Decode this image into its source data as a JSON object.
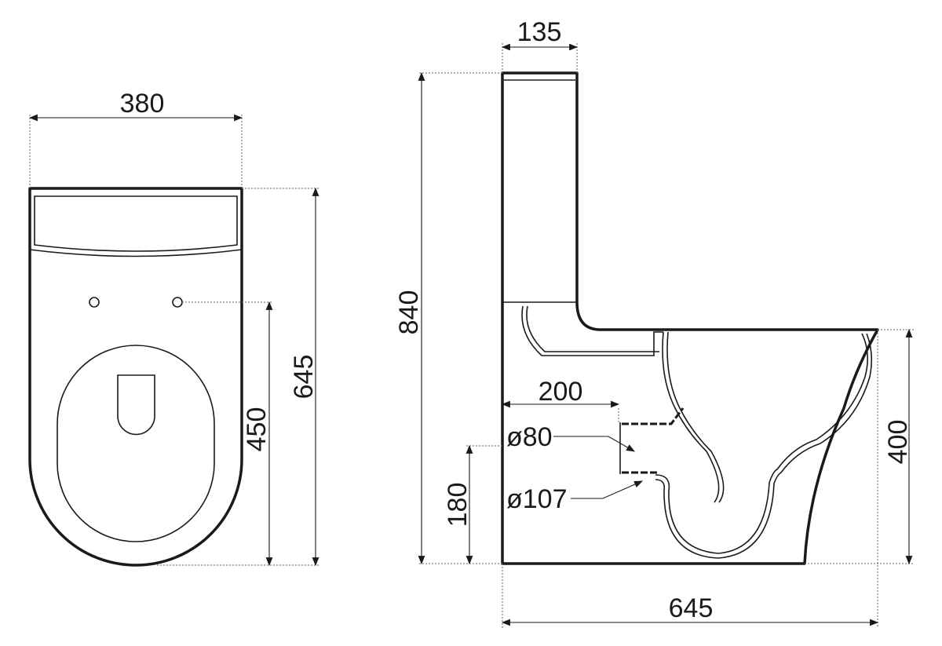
{
  "title": "Toilet dimension drawing",
  "front_view": {
    "width_label": "380",
    "height_label": "645",
    "fixing_height_label": "450"
  },
  "side_view": {
    "cistern_depth_label": "135",
    "total_height_label": "840",
    "bowl_height_label": "400",
    "outlet_height_label": "180",
    "outlet_distance_label": "200",
    "depth_label": "645",
    "outlet_inner_label": "ø80",
    "outlet_outer_label": "ø107"
  }
}
